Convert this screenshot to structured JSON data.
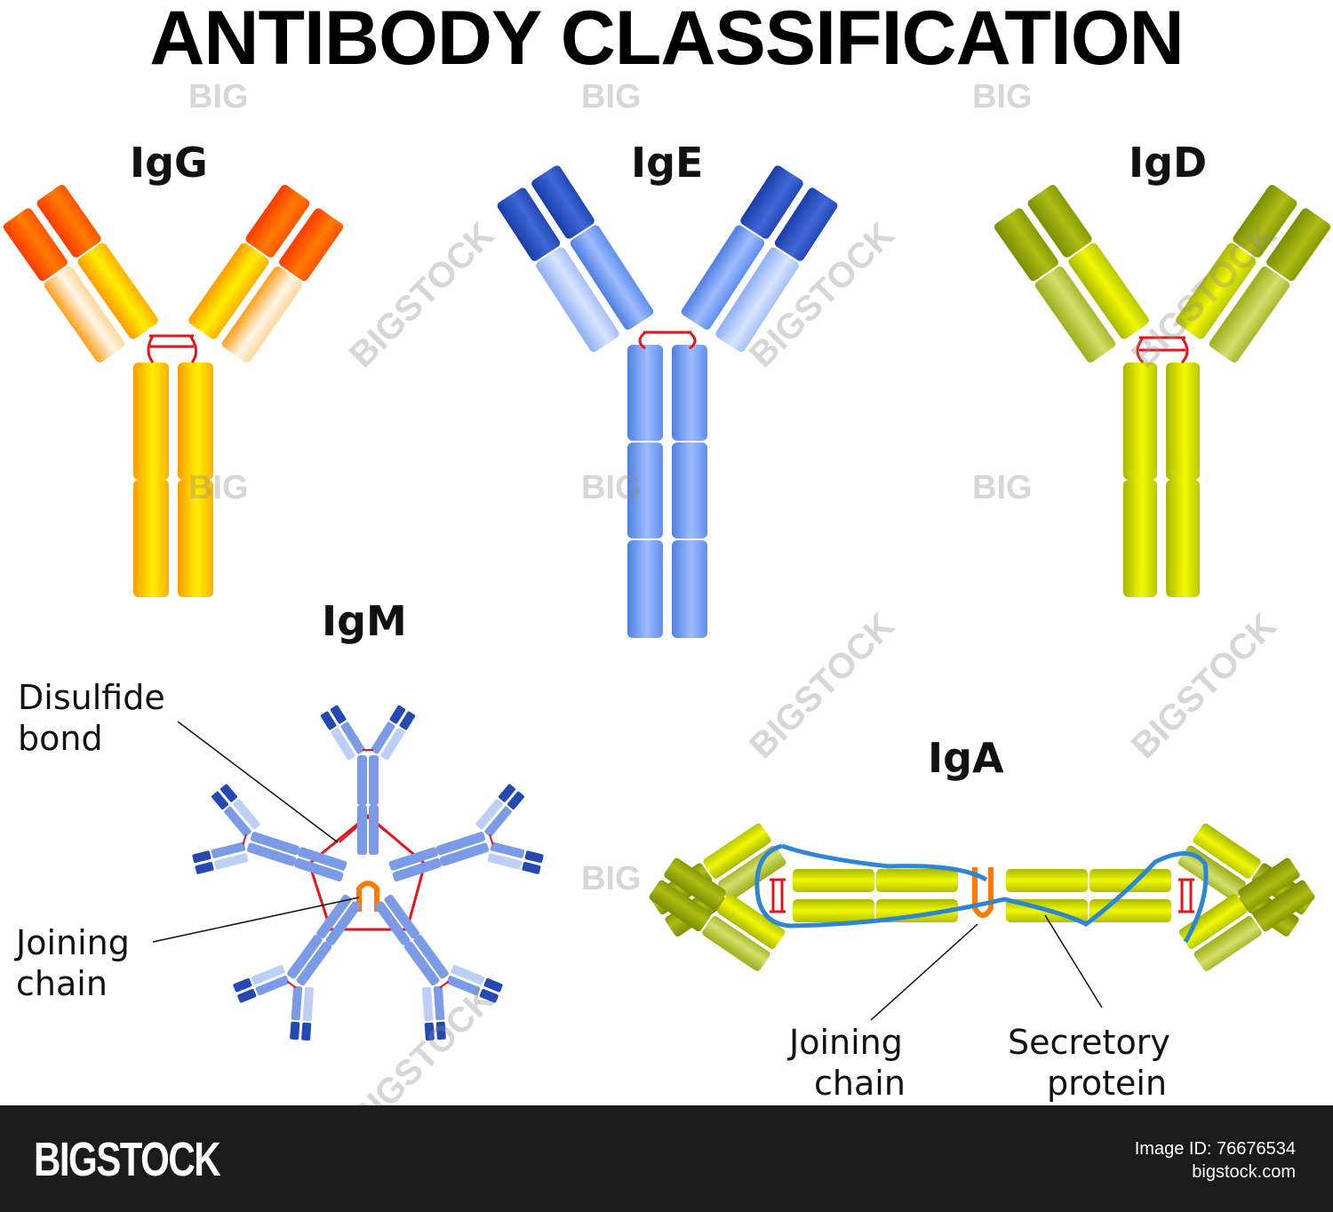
{
  "title": "ANTIBODY CLASSIFICATION",
  "antibodies": {
    "igg": "IgG",
    "ige": "IgE",
    "igd": "IgD",
    "igm": "IgM",
    "iga": "IgA"
  },
  "callouts": {
    "disulfide_1": "Disulfide",
    "disulfide_2": "bond",
    "joining_igm_1": "Joining",
    "joining_igm_2": "chain",
    "joining_iga_1": "Joining",
    "joining_iga_2": "chain",
    "secretory_1": "Secretory",
    "secretory_2": "protein"
  },
  "footer": {
    "logo": "BIGSTOCK",
    "image_id": "Image ID: 76676534",
    "site": "bigstock.com"
  },
  "watermark": {
    "small": "BIG",
    "large": "BIGSTOCK"
  },
  "colors": {
    "igg": "#ffb300",
    "ige": "#5b8def",
    "igd": "#c8d400",
    "igm": "#7b9be6",
    "iga": "#d4e000",
    "bond": "#e8141b",
    "joining_chain": "#ff7a00",
    "secretory": "#2c86d4"
  }
}
